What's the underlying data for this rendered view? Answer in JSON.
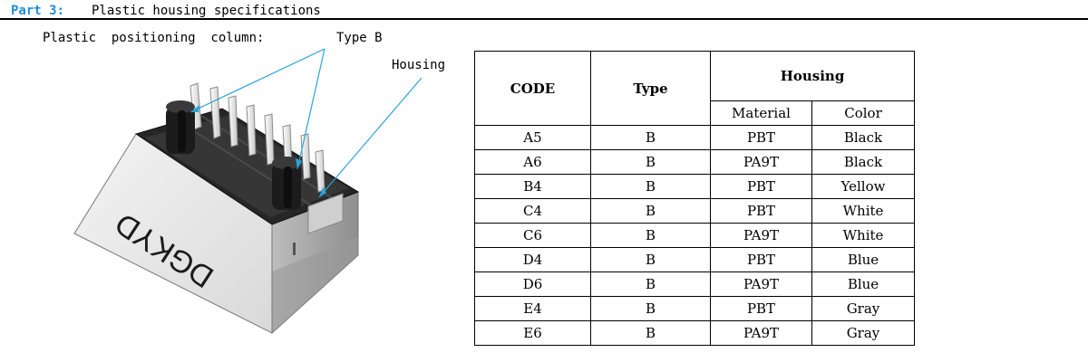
{
  "header": {
    "part": "Part 3:",
    "title": "Plastic housing specifications"
  },
  "labels": {
    "positioning": "Plastic  positioning  column:",
    "type_b": "Type B",
    "housing": "Housing",
    "brand": "DGKYD"
  },
  "colors": {
    "accent": "#1f8fd6",
    "leader": "#29a3d8"
  },
  "table": {
    "head": {
      "code": "CODE",
      "type": "Type",
      "housing": "Housing",
      "material": "Material",
      "color": "Color"
    },
    "rows": [
      {
        "code": "A5",
        "type": "B",
        "material": "PBT",
        "color": "Black"
      },
      {
        "code": "A6",
        "type": "B",
        "material": "PA9T",
        "color": "Black"
      },
      {
        "code": "B4",
        "type": "B",
        "material": "PBT",
        "color": "Yellow"
      },
      {
        "code": "C4",
        "type": "B",
        "material": "PBT",
        "color": "White"
      },
      {
        "code": "C6",
        "type": "B",
        "material": "PA9T",
        "color": "White"
      },
      {
        "code": "D4",
        "type": "B",
        "material": "PBT",
        "color": "Blue"
      },
      {
        "code": "D6",
        "type": "B",
        "material": "PA9T",
        "color": "Blue"
      },
      {
        "code": "E4",
        "type": "B",
        "material": "PBT",
        "color": "Gray"
      },
      {
        "code": "E6",
        "type": "B",
        "material": "PA9T",
        "color": "Gray"
      }
    ]
  }
}
